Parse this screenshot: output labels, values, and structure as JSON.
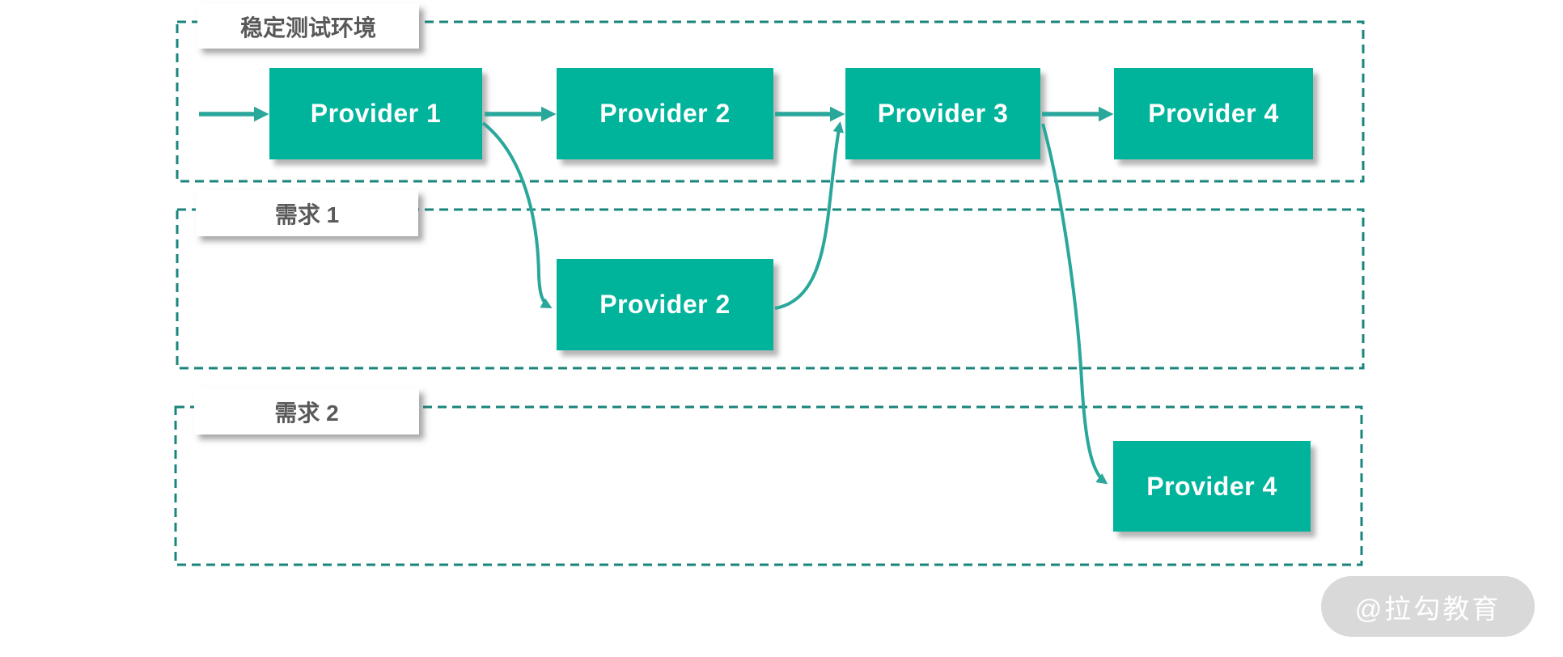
{
  "diagram": {
    "groups": [
      {
        "id": "stable-env",
        "label": "稳定测试环境"
      },
      {
        "id": "req-1",
        "label": "需求 1"
      },
      {
        "id": "req-2",
        "label": "需求 2"
      }
    ],
    "nodes": {
      "p1": "Provider 1",
      "p2": "Provider 2",
      "p3": "Provider 3",
      "p4": "Provider 4",
      "p2b": "Provider 2",
      "p4b": "Provider 4"
    },
    "edges": [
      {
        "from": "entry",
        "to": "p1",
        "type": "straight"
      },
      {
        "from": "p1",
        "to": "p2",
        "type": "straight"
      },
      {
        "from": "p2",
        "to": "p3",
        "type": "straight"
      },
      {
        "from": "p3",
        "to": "p4",
        "type": "straight"
      },
      {
        "from": "p1",
        "to": "p2b",
        "type": "curve"
      },
      {
        "from": "p2b",
        "to": "p3",
        "type": "curve"
      },
      {
        "from": "p3",
        "to": "p4b",
        "type": "curve"
      }
    ],
    "colors": {
      "node_fill": "#00b49c",
      "node_text": "#ffffff",
      "dashed_border": "#1a857c",
      "arrow": "#2aa79b",
      "group_label_text": "#595959",
      "watermark_bg": "#d9d9d9",
      "watermark_text": "#ffffff"
    }
  },
  "watermark": {
    "text": "@拉勾教育"
  }
}
